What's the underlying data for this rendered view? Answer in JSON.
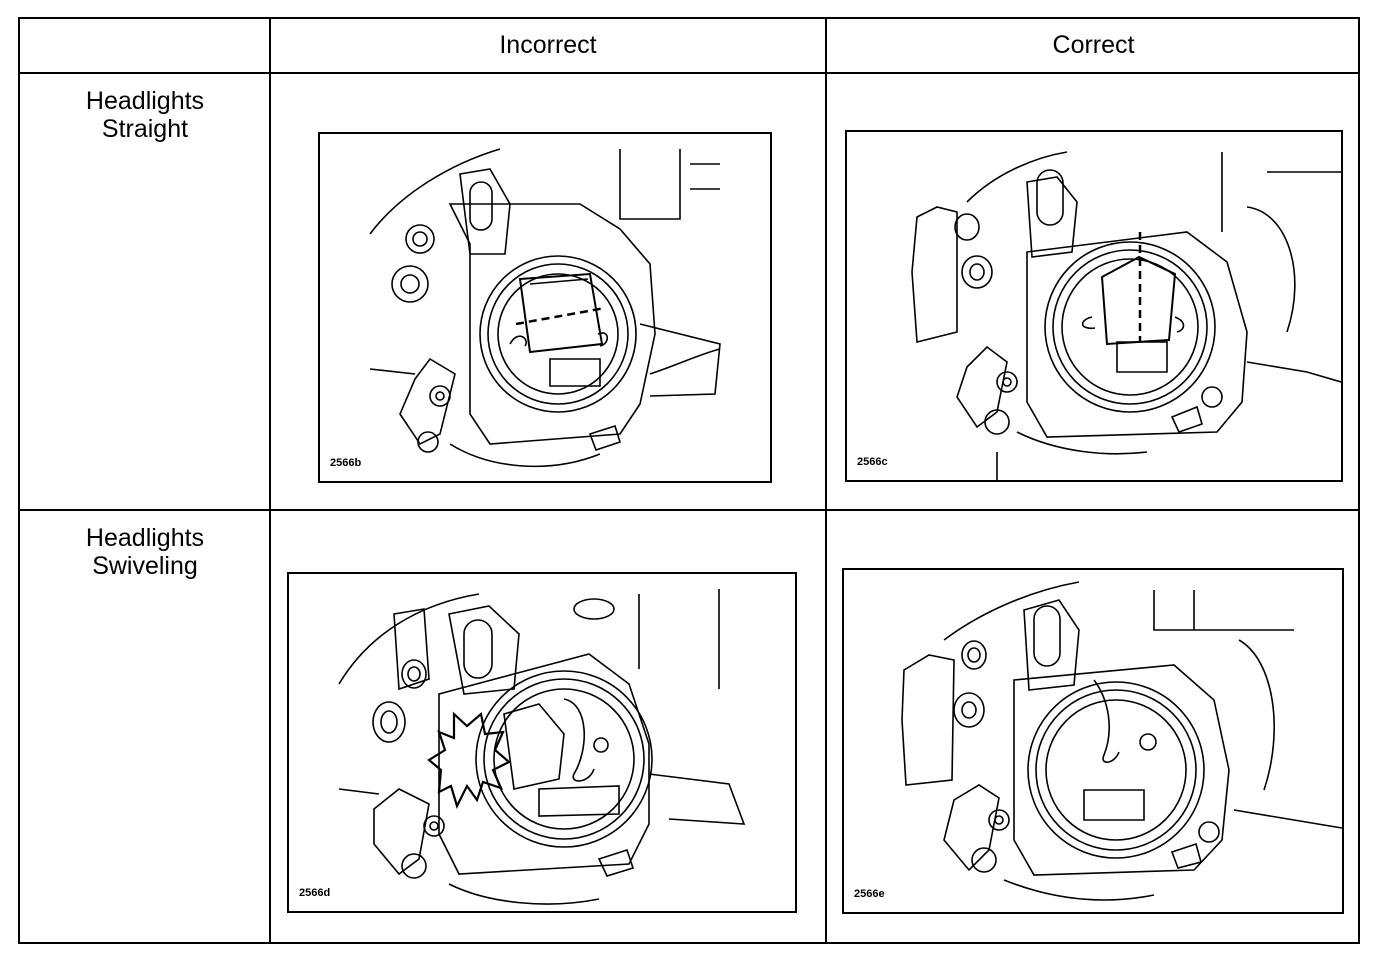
{
  "table": {
    "header": {
      "corner": "",
      "col_incorrect": "Incorrect",
      "col_correct": "Correct"
    },
    "rows": [
      {
        "label_line1": "Headlights",
        "label_line2": "Straight"
      },
      {
        "label_line1": "Headlights",
        "label_line2": "Swiveling"
      }
    ]
  },
  "figures": {
    "straight_incorrect": {
      "code": "2566b"
    },
    "straight_correct": {
      "code": "2566c"
    },
    "swivel_incorrect": {
      "code": "2566d"
    },
    "swivel_correct": {
      "code": "2566e"
    }
  }
}
